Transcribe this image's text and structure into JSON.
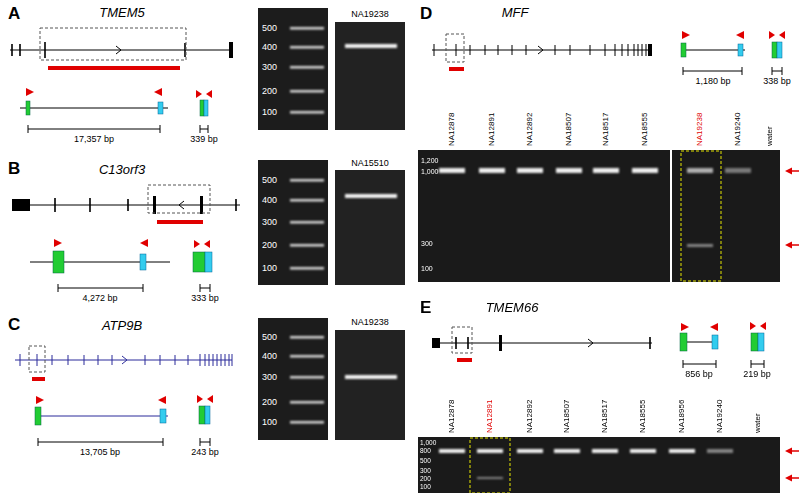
{
  "diagram": {
    "labels": [
      "A",
      "TMEM5",
      "17,357 bp",
      "339 bp",
      "500",
      "400",
      "300",
      "200",
      "100",
      "NA19238",
      "B",
      "C13orf3",
      "4,272 bp",
      "333 bp",
      "500",
      "400",
      "300",
      "200",
      "100",
      "NA15510",
      "C",
      "ATP9B",
      "13,705 bp",
      "243 bp",
      "500",
      "400",
      "300",
      "200",
      "100",
      "NA19238",
      "D",
      "MFF",
      "1,180 bp",
      "338 bp",
      "NA12878",
      "NA12891",
      "NA12892",
      "NA18507",
      "NA18517",
      "NA18555",
      "NA19238",
      "NA19240",
      "water",
      "1,200",
      "1,000",
      "300",
      "100",
      "E",
      "TMEM66",
      "856 bp",
      "219 bp",
      "NA12878",
      "NA12891",
      "NA12892",
      "NA18507",
      "NA18517",
      "NA18555",
      "NA18956",
      "NA19240",
      "water",
      "1,000",
      "800",
      "500",
      "300",
      "200",
      "100"
    ]
  }
}
